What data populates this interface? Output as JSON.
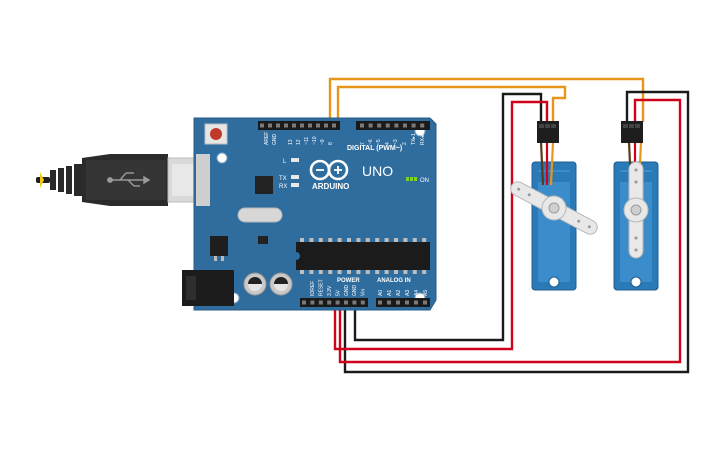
{
  "board": {
    "brand": "ARDUINO",
    "model": "UNO",
    "digital_header_label": "DIGITAL (PWM~)",
    "power_label": "POWER",
    "analog_label": "ANALOG IN",
    "on_label": "ON",
    "led_labels": [
      "L",
      "TX",
      "RX"
    ],
    "digital_pins": [
      "AREF",
      "GND",
      "13",
      "12",
      "~11",
      "~10",
      "~9",
      "8",
      "7",
      "~6",
      "~5",
      "4",
      "~3",
      "2",
      "TX▸1",
      "RX◂0"
    ],
    "power_pins": [
      "IOREF",
      "RESET",
      "3.3V",
      "5V",
      "GND",
      "GND",
      "Vin"
    ],
    "analog_pins": [
      "A0",
      "A1",
      "A2",
      "A3",
      "A4",
      "A5"
    ]
  },
  "colors": {
    "board": "#2f6d9f",
    "servo": "#2a7ab8",
    "wire_signal": "#e8951c",
    "wire_power": "#d0021b",
    "wire_ground": "#1a1a1a"
  },
  "components": [
    "usb-cable",
    "arduino-uno",
    "servo-1",
    "servo-2"
  ]
}
